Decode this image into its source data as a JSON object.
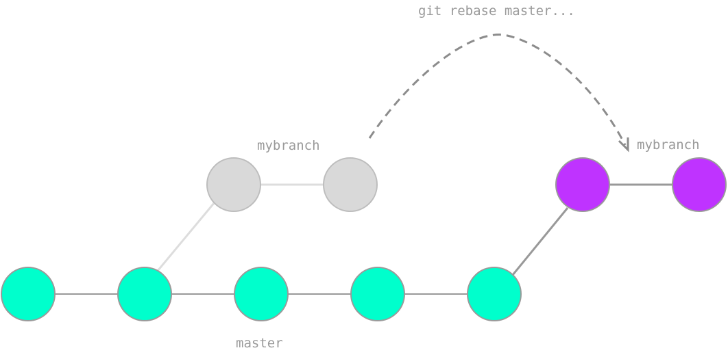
{
  "diagram": {
    "command_label": "git rebase master...",
    "old_branch_label": "mybranch",
    "new_branch_label": "mybranch",
    "master_label": "master",
    "colors": {
      "master_commit": "#00ffcc",
      "rebased_commit": "#bf33ff",
      "old_commit": "#d9d9d9",
      "commit_stroke": "#9a9a9a",
      "main_line": "#999999",
      "old_line": "#dddddd",
      "arrow": "#8c8c8c",
      "text": "#9a9a9a"
    },
    "commits": {
      "master_count": 5,
      "old_branch_count": 2,
      "rebased_count": 2
    }
  }
}
